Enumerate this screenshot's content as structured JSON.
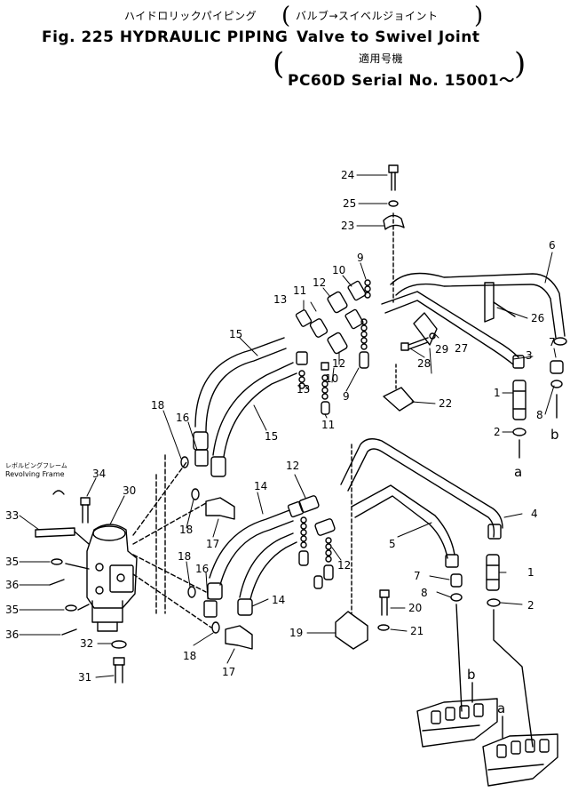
{
  "header": {
    "kana_line": "ハイドロリックパイピング",
    "kana_sub": "バルブ→スイベルジョイント",
    "fig_label": "Fig. 225 HYDRAULIC PIPING",
    "sub_title": "Valve to Swivel Joint",
    "kanji_note": "適用号機",
    "serial": "PC60D Serial No. 15001～"
  },
  "frame_label": {
    "jp": "レボルビングフレーム",
    "en": "Revolving Frame"
  },
  "part_labels": [
    {
      "id": "24",
      "text": "24"
    },
    {
      "id": "25",
      "text": "25"
    },
    {
      "id": "23",
      "text": "23"
    },
    {
      "id": "6",
      "text": "6"
    },
    {
      "id": "9a",
      "text": "9"
    },
    {
      "id": "10a",
      "text": "10"
    },
    {
      "id": "12a",
      "text": "12"
    },
    {
      "id": "13a",
      "text": "13"
    },
    {
      "id": "11a",
      "text": "11"
    },
    {
      "id": "26",
      "text": "26"
    },
    {
      "id": "15a",
      "text": "15"
    },
    {
      "id": "3",
      "text": "3"
    },
    {
      "id": "7a",
      "text": "7"
    },
    {
      "id": "29",
      "text": "29"
    },
    {
      "id": "27",
      "text": "27"
    },
    {
      "id": "12b",
      "text": "12"
    },
    {
      "id": "10b",
      "text": "10"
    },
    {
      "id": "28",
      "text": "28"
    },
    {
      "id": "1a",
      "text": "1"
    },
    {
      "id": "8a",
      "text": "8"
    },
    {
      "id": "13b",
      "text": "13"
    },
    {
      "id": "9b",
      "text": "9"
    },
    {
      "id": "22",
      "text": "22"
    },
    {
      "id": "2a",
      "text": "2"
    },
    {
      "id": "15b",
      "text": "15"
    },
    {
      "id": "11b",
      "text": "11"
    },
    {
      "id": "18a",
      "text": "18"
    },
    {
      "id": "16a",
      "text": "16"
    },
    {
      "id": "34",
      "text": "34"
    },
    {
      "id": "30",
      "text": "30"
    },
    {
      "id": "12c",
      "text": "12"
    },
    {
      "id": "14a",
      "text": "14"
    },
    {
      "id": "4",
      "text": "4"
    },
    {
      "id": "33",
      "text": "33"
    },
    {
      "id": "18b",
      "text": "18"
    },
    {
      "id": "17a",
      "text": "17"
    },
    {
      "id": "5",
      "text": "5"
    },
    {
      "id": "12d",
      "text": "12"
    },
    {
      "id": "35a",
      "text": "35"
    },
    {
      "id": "18c",
      "text": "18"
    },
    {
      "id": "1b",
      "text": "1"
    },
    {
      "id": "36a",
      "text": "36"
    },
    {
      "id": "16b",
      "text": "16"
    },
    {
      "id": "7b",
      "text": "7"
    },
    {
      "id": "14b",
      "text": "14"
    },
    {
      "id": "8b",
      "text": "8"
    },
    {
      "id": "2b",
      "text": "2"
    },
    {
      "id": "35b",
      "text": "35"
    },
    {
      "id": "20",
      "text": "20"
    },
    {
      "id": "36b",
      "text": "36"
    },
    {
      "id": "19",
      "text": "19"
    },
    {
      "id": "21",
      "text": "21"
    },
    {
      "id": "32",
      "text": "32"
    },
    {
      "id": "18d",
      "text": "18"
    },
    {
      "id": "17b",
      "text": "17"
    },
    {
      "id": "31",
      "text": "31"
    }
  ],
  "connection_letters": [
    {
      "id": "b1",
      "text": "b"
    },
    {
      "id": "a1",
      "text": "a"
    },
    {
      "id": "b2",
      "text": "b"
    },
    {
      "id": "a2",
      "text": "a"
    }
  ]
}
